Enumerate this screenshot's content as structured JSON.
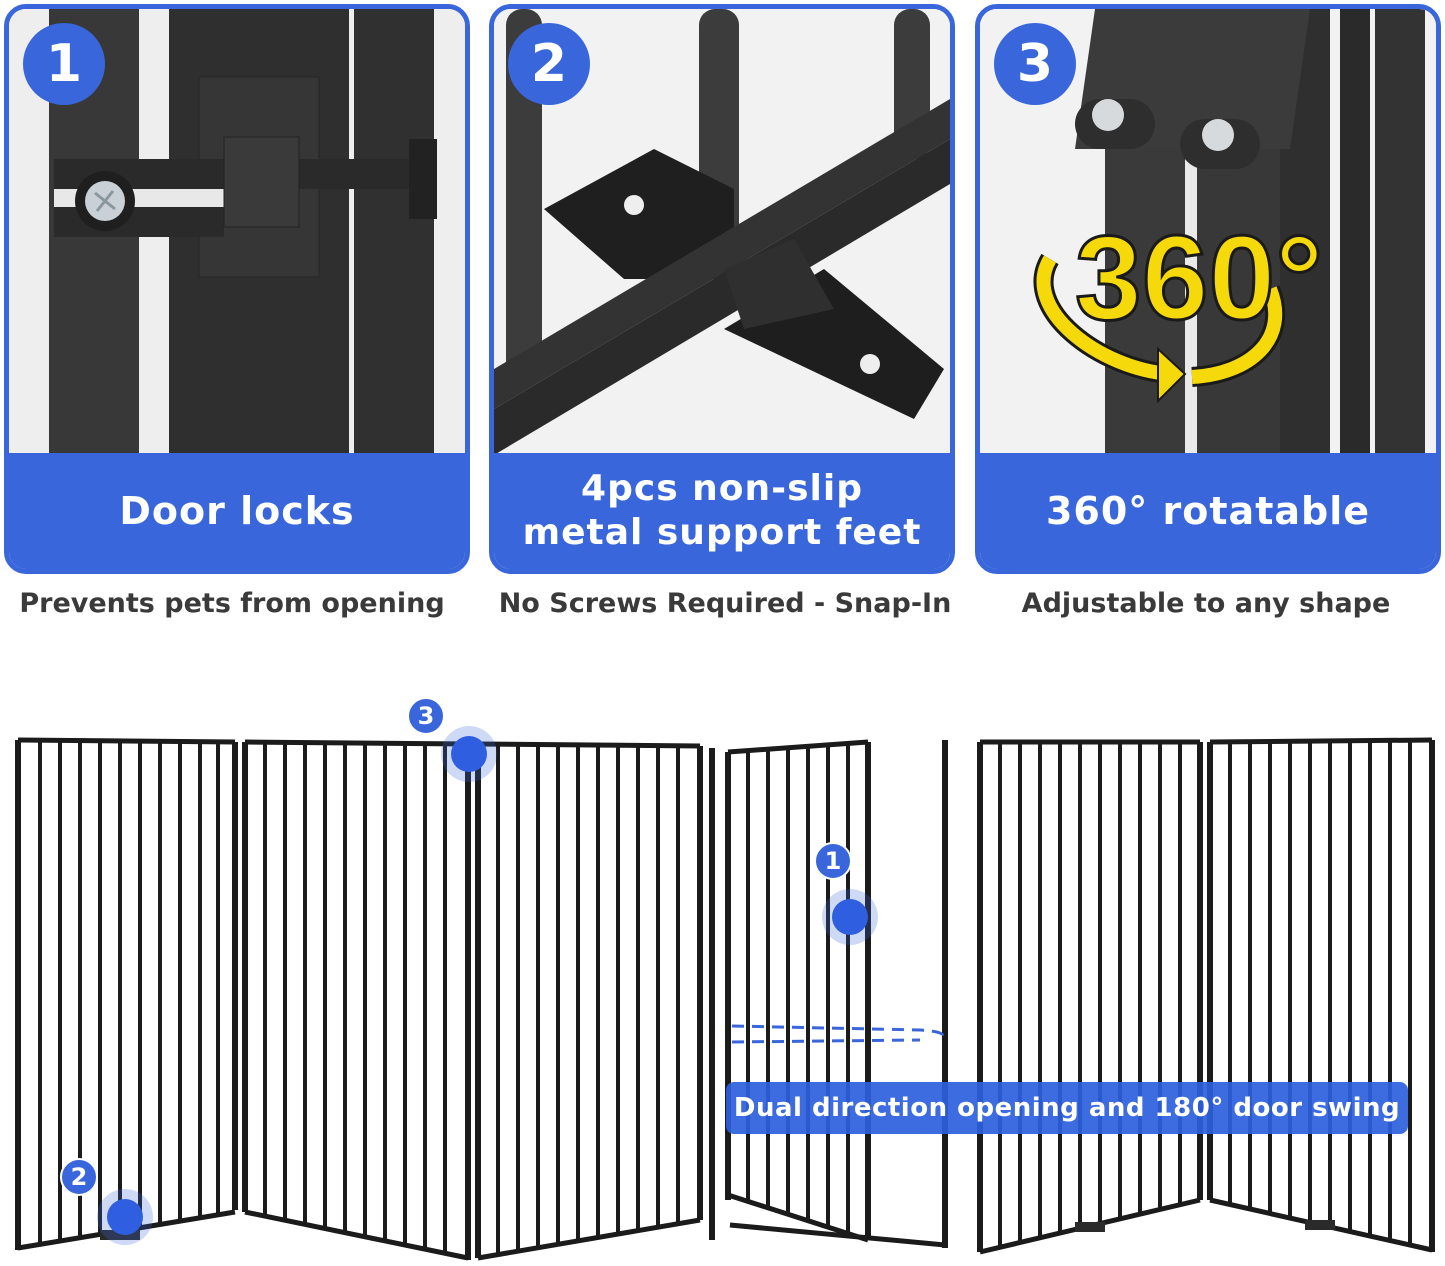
{
  "features": [
    {
      "number": "1",
      "title": "Door locks",
      "caption": "Prevents pets from opening",
      "photo": "door-lock-latch-closeup"
    },
    {
      "number": "2",
      "title_line1": "4pcs non-slip",
      "title_line2": "metal support feet",
      "caption": "No Screws Required - Snap-In",
      "photo": "support-foot-closeup"
    },
    {
      "number": "3",
      "title": "360° rotatable",
      "overlay_text": "360°",
      "caption": "Adjustable to any shape",
      "photo": "hinge-closeup"
    }
  ],
  "gate_diagram": {
    "hotspots": [
      {
        "number": "3",
        "target": "hinge"
      },
      {
        "number": "1",
        "target": "door-lock"
      },
      {
        "number": "2",
        "target": "support-foot"
      }
    ],
    "swing_label": "Dual direction opening and 180° door swing"
  },
  "colors": {
    "accent_blue": "#3a66db",
    "caption_text": "#3a3a3a",
    "highlight_yellow": "#f5d90a",
    "metal_dark": "#2b2b2b"
  }
}
